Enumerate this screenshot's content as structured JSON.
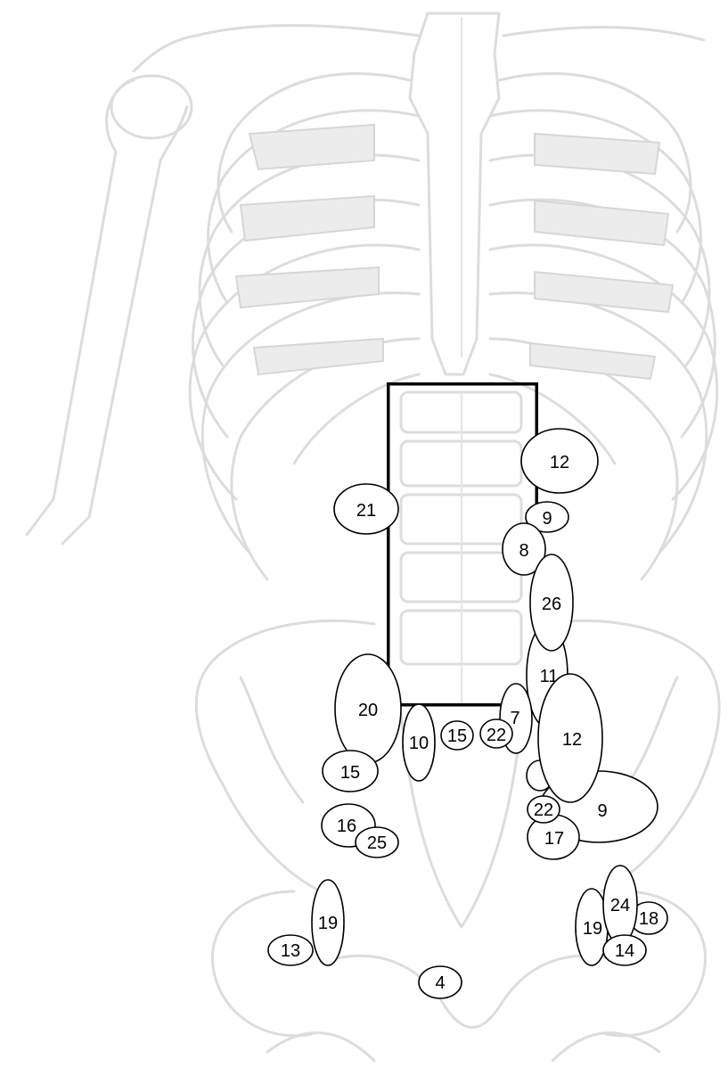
{
  "labels": [
    {
      "id": "l-12a",
      "text": "12"
    },
    {
      "id": "l-21",
      "text": "21"
    },
    {
      "id": "l-9a",
      "text": "9"
    },
    {
      "id": "l-8",
      "text": "8"
    },
    {
      "id": "l-26",
      "text": "26"
    },
    {
      "id": "l-11",
      "text": "11"
    },
    {
      "id": "l-20",
      "text": "20"
    },
    {
      "id": "l-7",
      "text": "7"
    },
    {
      "id": "l-10",
      "text": "10"
    },
    {
      "id": "l-15a",
      "text": "15"
    },
    {
      "id": "l-22a",
      "text": "22"
    },
    {
      "id": "l-12b",
      "text": "12"
    },
    {
      "id": "l-15b",
      "text": "15"
    },
    {
      "id": "l-9b",
      "text": "9"
    },
    {
      "id": "l-22b",
      "text": "22"
    },
    {
      "id": "l-16",
      "text": "16"
    },
    {
      "id": "l-25",
      "text": "25"
    },
    {
      "id": "l-17",
      "text": "17"
    },
    {
      "id": "l-24",
      "text": "24"
    },
    {
      "id": "l-18",
      "text": "18"
    },
    {
      "id": "l-19a",
      "text": "19"
    },
    {
      "id": "l-19b",
      "text": "19"
    },
    {
      "id": "l-13",
      "text": "13"
    },
    {
      "id": "l-14",
      "text": "14"
    },
    {
      "id": "l-4",
      "text": "4"
    }
  ],
  "colors": {
    "skeleton": "#dcdcdc",
    "outline": "#000000",
    "background": "#ffffff"
  }
}
